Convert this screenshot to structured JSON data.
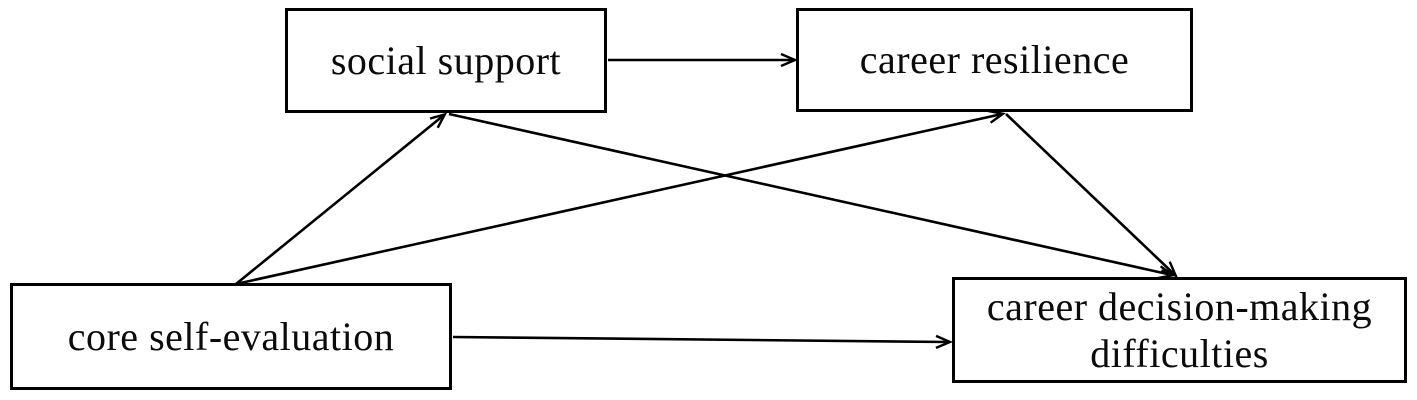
{
  "diagram": {
    "type": "path-model",
    "background_color": "#ffffff",
    "line_color": "#000000",
    "text_color": "#0b0b0b",
    "nodes": {
      "social_support": {
        "label": "social support"
      },
      "career_resilience": {
        "label": "career resilience"
      },
      "core_self_evaluation": {
        "label": "core self-evaluation"
      },
      "career_decision_making_difficulties": {
        "label": "career decision-making difficulties"
      }
    },
    "edges": [
      {
        "from": "social_support",
        "to": "career_resilience",
        "directed": true
      },
      {
        "from": "core_self_evaluation",
        "to": "social_support",
        "directed": true
      },
      {
        "from": "core_self_evaluation",
        "to": "career_resilience",
        "directed": true
      },
      {
        "from": "social_support",
        "to": "career_decision_making_difficulties",
        "directed": true
      },
      {
        "from": "career_resilience",
        "to": "career_decision_making_difficulties",
        "directed": true
      },
      {
        "from": "core_self_evaluation",
        "to": "career_decision_making_difficulties",
        "directed": true
      }
    ]
  }
}
